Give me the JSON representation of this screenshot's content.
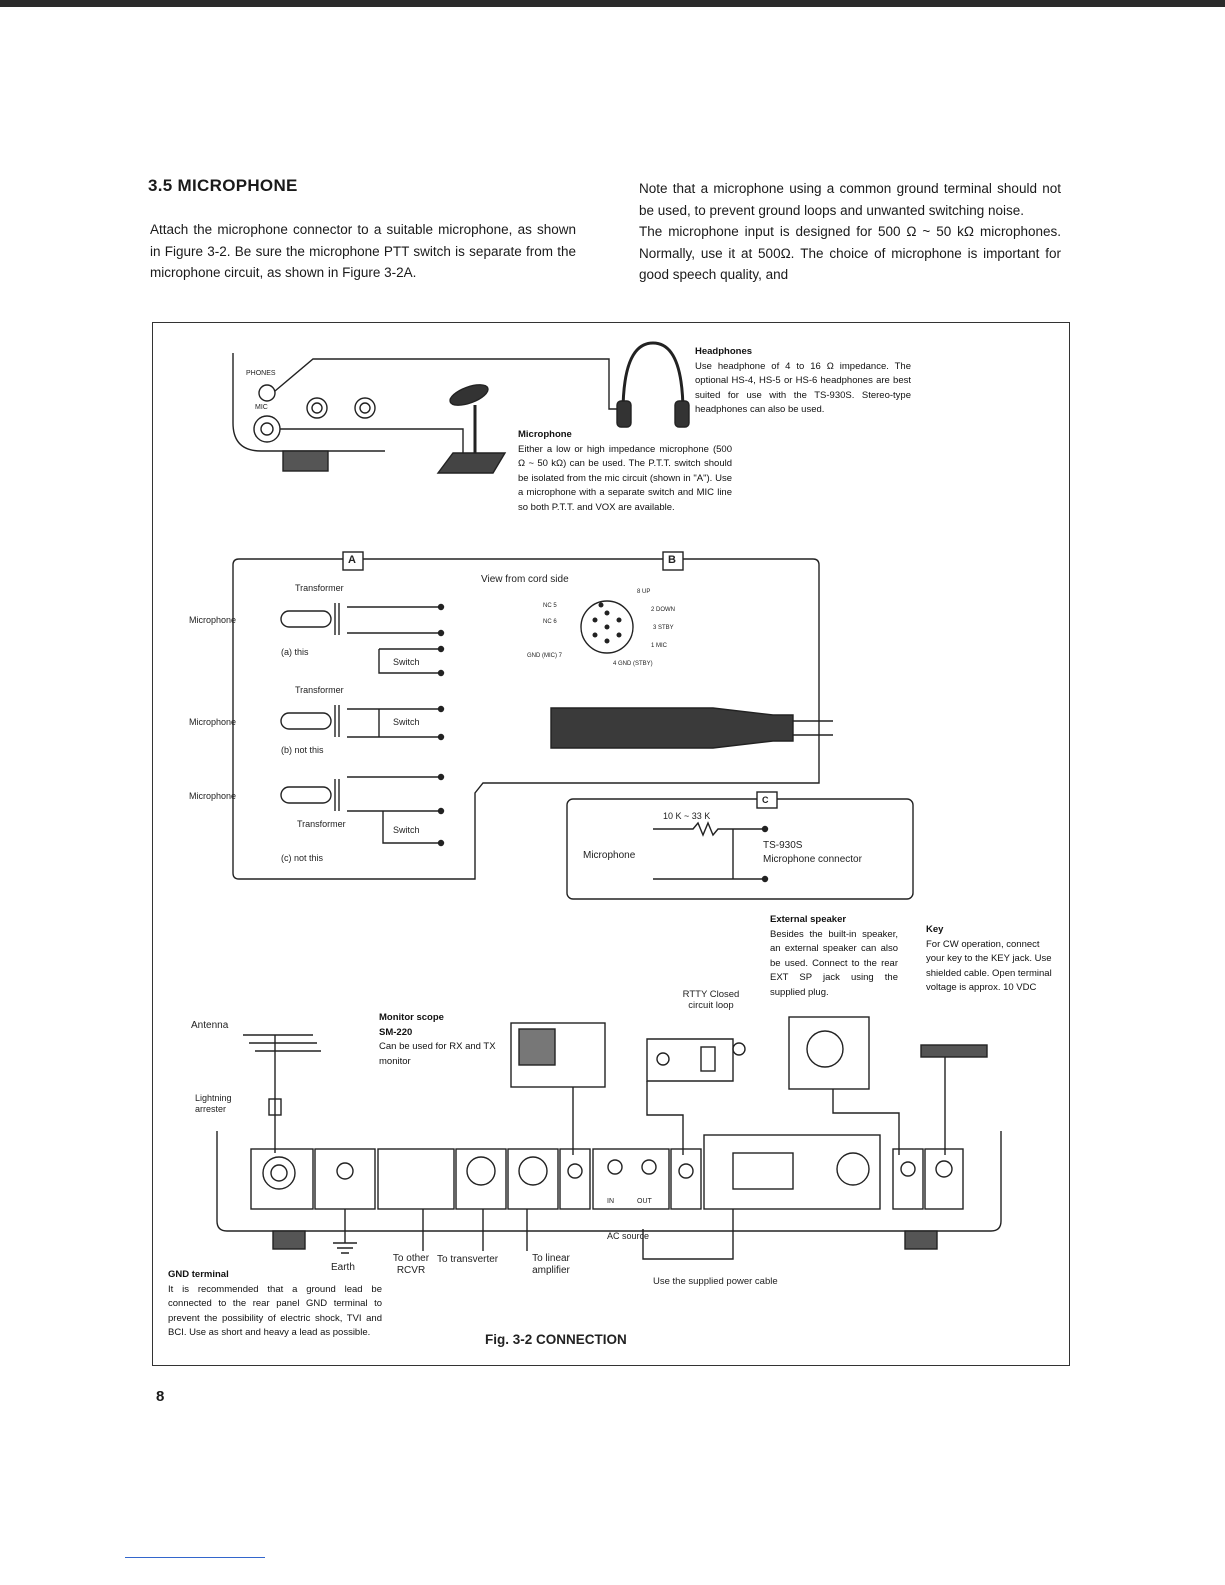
{
  "section": {
    "heading": "3.5 MICROPHONE",
    "left_text": "Attach the microphone connector to a suitable microphone, as shown in Figure 3-2. Be sure the microphone PTT switch is separate from the microphone circuit, as shown in Figure 3-2A.",
    "right_text_1": "Note that a microphone using a common ground terminal should not be used, to prevent ground loops and unwanted switching noise.",
    "right_text_2": "The microphone input is designed for 500 Ω ~ 50 kΩ microphones. Normally, use it at 500Ω. The choice of microphone is important for good speech quality, and"
  },
  "figure": {
    "caption": "Fig. 3-2 CONNECTION",
    "panel_labels": {
      "phones": "PHONES",
      "mic": "MIC"
    },
    "headphones_note": {
      "title": "Headphones",
      "text": "Use headphone of 4 to 16 Ω impedance. The optional HS-4, HS-5 or HS-6 headphones are best suited for use with the TS-930S. Stereo-type headphones can also be used."
    },
    "microphone_note": {
      "title": "Microphone",
      "text": "Either a low or high impedance microphone (500 Ω ~ 50 kΩ) can be used. The P.T.T. switch should be isolated from the mic circuit (shown in \"A\"). Use a microphone with a separate switch and MIC line so both P.T.T. and VOX are available."
    },
    "box_a": {
      "label": "A",
      "transformer": "Transformer",
      "microphone": "Microphone",
      "switch": "Switch",
      "case_a": "(a) this",
      "case_b": "(b) not this",
      "case_c": "(c) not this"
    },
    "box_b": {
      "label": "B",
      "view": "View from cord side",
      "pins": [
        "8 UP",
        "2 DOWN",
        "3 STBY",
        "1 MIC",
        "4 GND (STBY)",
        "NC 5",
        "NC 6",
        "GND (MIC) 7"
      ]
    },
    "box_c": {
      "label": "C",
      "resistor": "10 K ~ 33 K",
      "microphone": "Microphone",
      "connector_line1": "TS-930S",
      "connector_line2": "Microphone connector"
    },
    "external_speaker_note": {
      "title": "External speaker",
      "text": "Besides the built-in speaker, an external speaker can also be used. Connect to the rear EXT SP jack using the supplied plug."
    },
    "key_note": {
      "title": "Key",
      "text": "For CW operation, connect your key to the KEY jack. Use shielded cable. Open terminal voltage is approx. 10 VDC"
    },
    "monitor_note": {
      "title1": "Monitor scope",
      "title2": "SM-220",
      "text": "Can be used for RX and TX monitor"
    },
    "rtty_label": "RTTY Closed circuit loop",
    "antenna": "Antenna",
    "arrester": "Lightning arrester",
    "earth": "Earth",
    "to_other": "To other RCVR",
    "to_transverter": "To transverter",
    "to_linear": "To linear amplifier",
    "ac_source": "AC source",
    "power_cable": "Use the supplied power cable",
    "rear_in": "IN",
    "rear_out": "OUT",
    "gnd_note": {
      "title": "GND terminal",
      "text": "It is recommended that a ground lead be connected to the rear panel GND terminal to prevent the possibility of electric shock, TVI and BCI. Use as short and heavy a lead as possible."
    }
  },
  "page_number": "8"
}
